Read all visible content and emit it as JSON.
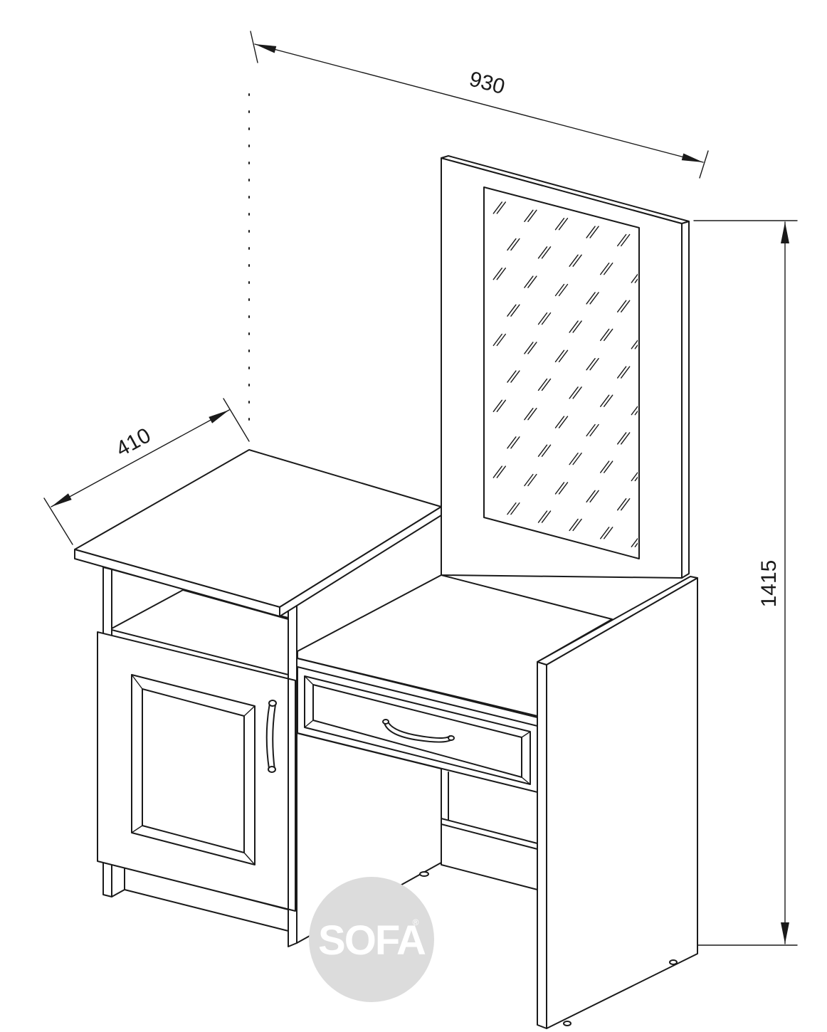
{
  "dimensions": {
    "width_label": "930",
    "depth_label": "410",
    "height_label": "1415"
  },
  "logo": {
    "text": "SOFA",
    "mark": "®"
  },
  "colors": {
    "line": "#1a1a1a",
    "logo_circle": "#dcdcdc",
    "logo_text": "#ffffff",
    "background": "#ffffff"
  }
}
